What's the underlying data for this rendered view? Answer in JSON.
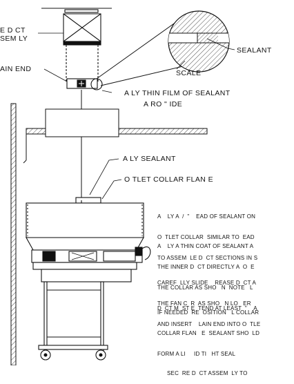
{
  "labels": {
    "grease_duct_line1": "E D  CT",
    "grease_duct_line2": "SEM  LY",
    "plain_end": "AIN END",
    "sealant": "SEALANT",
    "scale": "SCALE",
    "film_line1": "A     LY THIN FILM OF SEALANT",
    "film_line2": "A    RO      \"   IDE",
    "apply_sealant": "A     LY SEALANT",
    "outlet_collar": "O   TLET COLLAR FLAN   E"
  },
  "notes": [
    [
      "A    LY A  /  \"    EAD OF SEALANT ON",
      "O  TLET COLLAR  SIMILAR TO  EAD",
      "TO ASSEM  LE D  CT SECTIONS IN S"
    ],
    [
      "A    LY A THIN COAT OF SEALANT A",
      "THE INNER D  CT DIRECTLY A  O  E",
      "THE COLLAR AS SHO   N  NOTE   L",
      "D  CT M  ST E  TEND AT LEAST  \"    A"
    ],
    [
      "CAREF  LLY SLIDE    REASE D  CT A",
      "THE FAN C  R  AS SHO   N LO   ER",
      "AND INSERT    LAIN END INTO O  TLE"
    ],
    [
      "IF NEEDED  RE  OSITION   L COLLAR",
      "COLLAR FLAN   E  SEALANT SHO  LD",
      "FORM A LI     ID TI   HT SEAL"
    ],
    [
      "SEC  RE D  CT ASSEM  LY TO"
    ]
  ]
}
